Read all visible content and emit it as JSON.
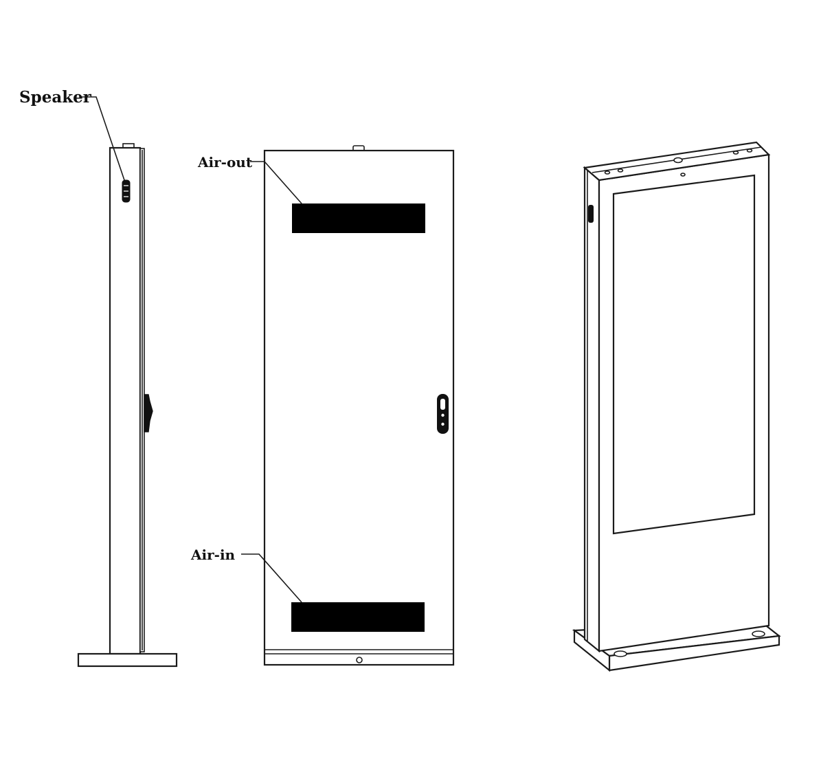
{
  "labels": {
    "speaker": "Speaker",
    "air_out": "Air-out",
    "air_in": "Air-in"
  },
  "colors": {
    "line": "#1a1a1a",
    "vent_fill": "#000000",
    "background": "#ffffff"
  }
}
